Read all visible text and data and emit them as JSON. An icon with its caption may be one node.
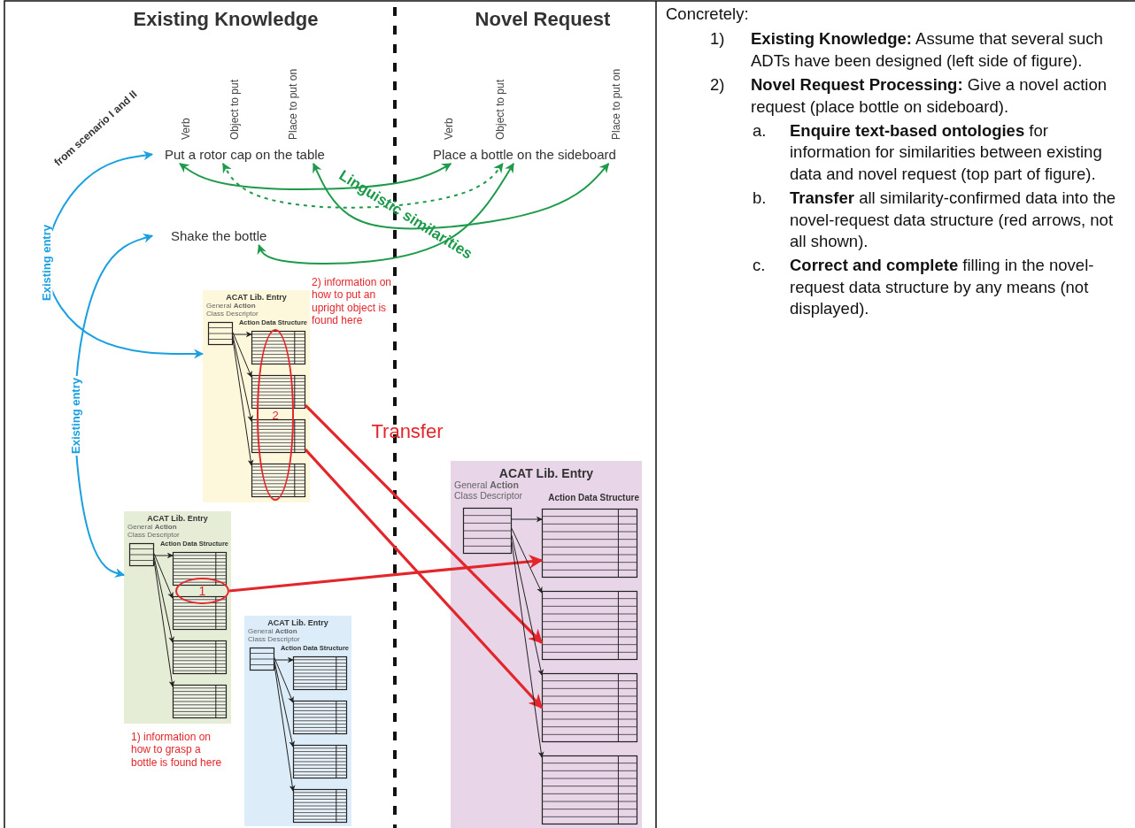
{
  "diagram": {
    "nodes": [
      {
        "text": [
          "Put a rotor cap on the table"
        ],
        "beside": [
          "Verb",
          "Object to put",
          "Place to put on"
        ]
      },
      {
        "text": [
          "Place a bottle on the sideboard"
        ],
        "beside": [
          "Verb",
          "Object to put",
          "Place to put on"
        ]
      },
      {
        "text": [
          "Shake the bottle"
        ]
      },
      {
        "text": [
          "ACAT Lib. Entry",
          "General **Action** Class Descriptor",
          "Action Data Structure"
        ],
        "beside": [
          "2) information on how to put an upright object is found here"
        ]
      },
      {
        "text": [],
        "shape": "box",
        "in": 3
      },
      {
        "text": [],
        "shape": "box",
        "in": 3
      },
      {
        "text": [],
        "shape": "box",
        "in": 3
      },
      {
        "text": [],
        "shape": "box",
        "in": 3
      },
      {
        "text": [],
        "shape": "box",
        "in": 3
      },
      {
        "text": [
          "2"
        ],
        "in": 3
      },
      {
        "text": [
          "ACAT Lib. Entry",
          "General **Action** Class Descriptor",
          "Action Data Structure"
        ],
        "beside": [
          "1) information on how to grasp a bottle is found here"
        ]
      },
      {
        "text": [],
        "shape": "box",
        "in": 10
      },
      {
        "text": [],
        "shape": "box",
        "in": 10
      },
      {
        "text": [],
        "shape": "box",
        "in": 10
      },
      {
        "text": [],
        "shape": "box",
        "in": 10
      },
      {
        "text": [],
        "shape": "box",
        "in": 10
      },
      {
        "text": [
          "1"
        ],
        "in": 10
      },
      {
        "text": [
          "ACAT Lib. Entry",
          "General **Action** Class Descriptor",
          "Action Data Structure"
        ]
      },
      {
        "text": [],
        "shape": "box",
        "in": 17
      },
      {
        "text": [],
        "shape": "box",
        "in": 17
      },
      {
        "text": [],
        "shape": "box",
        "in": 17
      },
      {
        "text": [],
        "shape": "box",
        "in": 17
      },
      {
        "text": [],
        "shape": "box",
        "in": 17
      },
      {
        "text": [
          "ACAT Lib. Entry",
          "General **Action** Class Descriptor",
          "Action Data Structure"
        ]
      },
      {
        "text": [],
        "shape": "box",
        "in": 23
      },
      {
        "text": [],
        "shape": "box",
        "in": 23
      },
      {
        "text": [],
        "shape": "box",
        "in": 23
      },
      {
        "text": [],
        "shape": "box",
        "in": 23
      },
      {
        "text": [],
        "shape": "box",
        "in": 23
      }
    ],
    "edges": [
      {
        "from": 0,
        "to": 1,
        "arrow": "both",
        "color": "#1e9a4b"
      },
      {
        "from": 0,
        "to": 1,
        "arrow": "both",
        "style": "dashed",
        "color": "#1e9a4b"
      },
      {
        "from": 0,
        "to": 1,
        "arrow": "both",
        "color": "#1e9a4b"
      },
      {
        "from": 2,
        "to": 1,
        "arrow": "both",
        "color": "#1e9a4b"
      },
      {
        "from": 0,
        "to": 3,
        "arrow": "both",
        "label": "Existing entry",
        "color": "#1a9fe0"
      },
      {
        "from": 2,
        "to": 10,
        "arrow": "both",
        "label": "Existing entry",
        "color": "#1a9fe0"
      },
      {
        "from": 16,
        "to": 25,
        "arrow": "to",
        "style": "thick",
        "color": "#e3262b"
      },
      {
        "from": 6,
        "to": 26,
        "arrow": "to",
        "style": "thick",
        "color": "#e3262b"
      },
      {
        "from": 7,
        "to": 27,
        "arrow": "to",
        "style": "thick",
        "color": "#e3262b"
      },
      {
        "from": 4,
        "to": 5,
        "arrow": "to"
      },
      {
        "from": 4,
        "to": 6,
        "arrow": "to"
      },
      {
        "from": 4,
        "to": 7,
        "arrow": "to"
      },
      {
        "from": 4,
        "to": 8,
        "arrow": "to"
      },
      {
        "from": 11,
        "to": 12,
        "arrow": "to"
      },
      {
        "from": 11,
        "to": 13,
        "arrow": "to"
      },
      {
        "from": 11,
        "to": 14,
        "arrow": "to"
      },
      {
        "from": 11,
        "to": 15,
        "arrow": "to"
      },
      {
        "from": 18,
        "to": 19,
        "arrow": "to"
      },
      {
        "from": 18,
        "to": 20,
        "arrow": "to"
      },
      {
        "from": 18,
        "to": 21,
        "arrow": "to"
      },
      {
        "from": 18,
        "to": 22,
        "arrow": "to"
      },
      {
        "from": 24,
        "to": 25,
        "arrow": "to"
      },
      {
        "from": 24,
        "to": 26,
        "arrow": "to"
      },
      {
        "from": 24,
        "to": 27,
        "arrow": "to"
      },
      {
        "from": 24,
        "to": 28,
        "arrow": "to"
      }
    ],
    "labels": [
      "Existing Knowledge",
      "Novel Request",
      "from scenario I and II",
      "Linguistic similarities",
      "Transfer",
      "Concretely:",
      "1)",
      "**Existing Knowledge:** Assume that several such ADTs have been designed (left side of figure).",
      "2)",
      "**Novel Request Processing:** Give a novel action request (place bottle on sideboard).",
      "a.",
      "**Enquire text-based ontologies** for information for similarities between existing data and novel request (top part of figure).",
      "b.",
      "**Transfer** all similarity-confirmed data into the novel-request data structure (red arrows, not all shown).",
      "c.",
      "**Correct and complete** filling in the novel-request data structure by any means (not displayed)."
    ]
  }
}
